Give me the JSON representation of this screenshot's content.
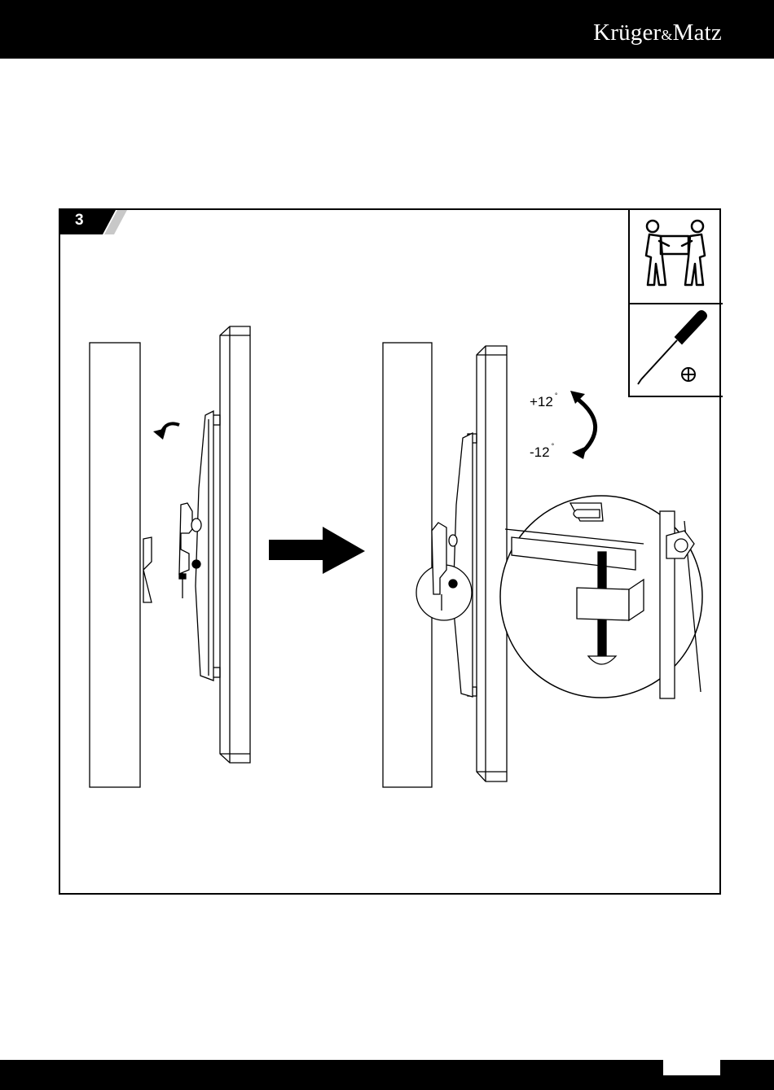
{
  "header": {
    "brand_main": "Krüger",
    "brand_amp": "&",
    "brand_end": "Matz"
  },
  "step": {
    "number": "3"
  },
  "tilt": {
    "plus_value": "+12",
    "minus_value": "-12",
    "unit": "°"
  },
  "icons": {
    "two_person": "two-person-lift-icon",
    "screwdriver": "phillips-screwdriver-icon"
  },
  "colors": {
    "bar": "#000000",
    "background": "#ffffff",
    "tab_stripe": "#c8c8c8"
  }
}
